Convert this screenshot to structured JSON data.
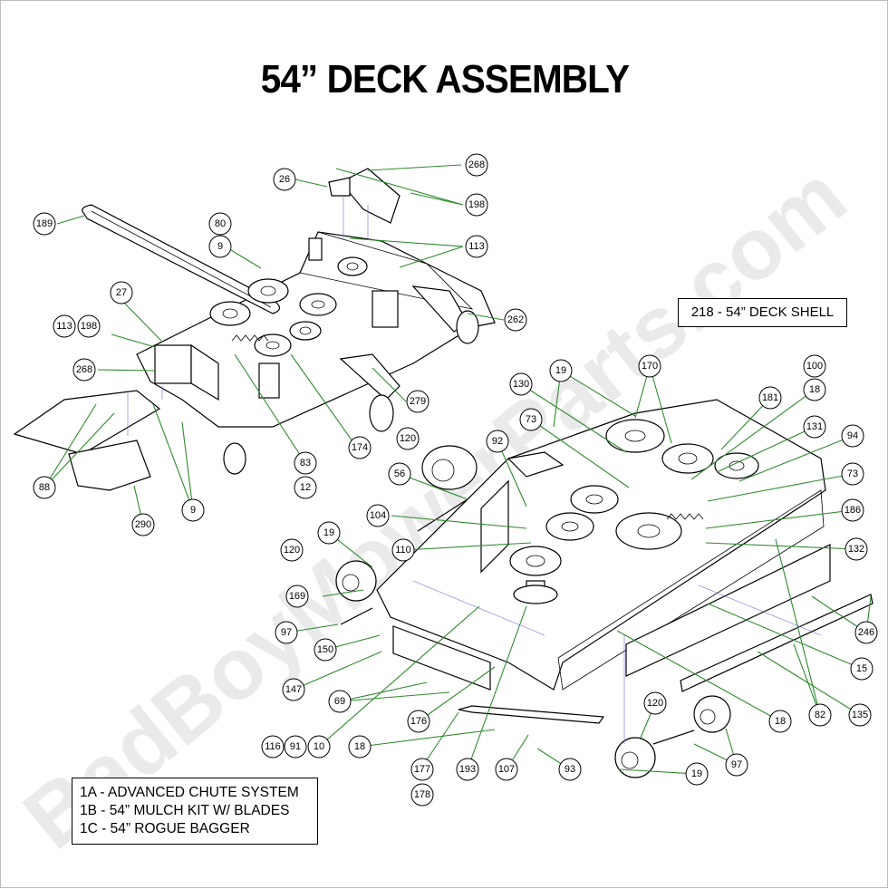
{
  "title": "54” DECK ASSEMBLY",
  "watermark": "BadBoyMowerParts.com",
  "deck_shell_label": "218 - 54” DECK SHELL",
  "kits": [
    "1A - ADVANCED CHUTE SYSTEM",
    "1B - 54” MULCH KIT W/ BLADES",
    "1C - 54” ROGUE BAGGER"
  ],
  "callouts": [
    "268",
    "26",
    "198",
    "189",
    "80",
    "113",
    "9",
    "27",
    "262",
    "113",
    "198",
    "268",
    "174",
    "279",
    "83",
    "12",
    "88",
    "9",
    "290",
    "218",
    "170",
    "100",
    "19",
    "130",
    "181",
    "18",
    "73",
    "131",
    "120",
    "92",
    "94",
    "56",
    "73",
    "104",
    "186",
    "19",
    "110",
    "132",
    "120",
    "169",
    "246",
    "97",
    "150",
    "15",
    "147",
    "69",
    "18",
    "82",
    "135",
    "176",
    "120",
    "116",
    "91",
    "10",
    "18",
    "177",
    "193",
    "107",
    "93",
    "19",
    "97",
    "178"
  ],
  "colors": {
    "leader": "#2e8b2e",
    "guide": "#6b6bd6",
    "watermark": "#d9d9d9"
  }
}
